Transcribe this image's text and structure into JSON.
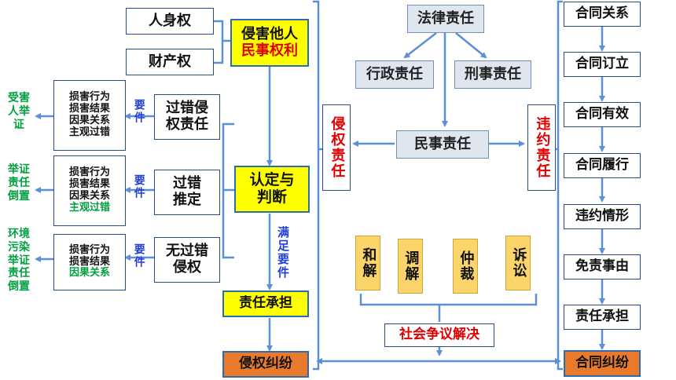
{
  "left_rights": {
    "personal": "人身权",
    "property": "财产权",
    "infringe_line1": "侵害他人",
    "infringe_line2": "民事权利"
  },
  "judgment": {
    "line1": "认定与",
    "line2": "判断"
  },
  "conditions_met": "满足要件",
  "bear_liability": "责任承担",
  "tort_dispute": "侵权纠纷",
  "requirement_label": "要件",
  "fault": {
    "items": [
      "损害行为",
      "损害结果",
      "因果关系",
      "主观过错"
    ],
    "title_line1": "过错侵",
    "title_line2": "权责任",
    "side": "受害人举证"
  },
  "presumed": {
    "items": [
      "损害行为",
      "损害结果",
      "因果关系",
      "主观过错"
    ],
    "title_line1": "过错",
    "title_line2": "推定",
    "side": "举证责任倒置"
  },
  "nofault": {
    "items": [
      "损害行为",
      "损害结果",
      "因果关系"
    ],
    "title_line1": "无过错",
    "title_line2": "侵权",
    "side": "环境污染举证责任倒置"
  },
  "center": {
    "legal": "法律责任",
    "admin": "行政责任",
    "criminal": "刑事责任",
    "civil": "民事责任",
    "tort_liability": "侵权责任",
    "breach_liability": "违约责任"
  },
  "resolution": {
    "methods": [
      "和解",
      "调解",
      "仲裁",
      "诉讼"
    ],
    "label": "社会争议解决"
  },
  "contract_chain": [
    "合同关系",
    "合同订立",
    "合同有效",
    "合同履行",
    "违约情形",
    "免责事由",
    "责任承担",
    "合同纠纷"
  ],
  "colors": {
    "line": "#5b8fd6",
    "red": "#e00000",
    "green": "#00a040",
    "blue": "#1f3fd6",
    "yellow": "#ffff00",
    "orange": "#e97a2c"
  }
}
